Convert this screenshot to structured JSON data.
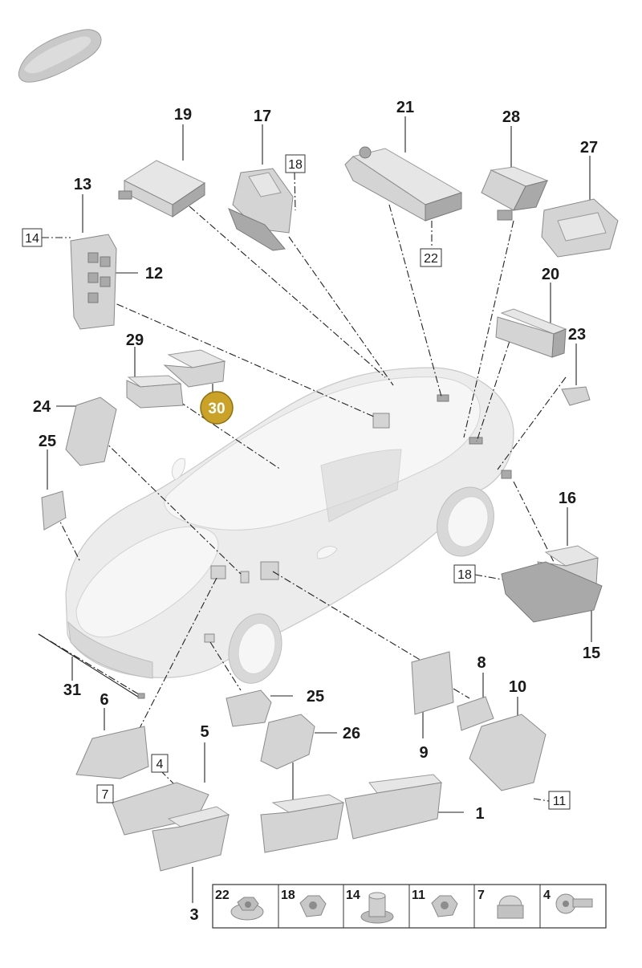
{
  "callouts": {
    "n1": "1",
    "n3": "3",
    "n5": "5",
    "n6": "6",
    "n8": "8",
    "n9": "9",
    "n10": "10",
    "n12": "12",
    "n13": "13",
    "n15": "15",
    "n16": "16",
    "n17": "17",
    "n19": "19",
    "n20": "20",
    "n21": "21",
    "n23": "23",
    "n24": "24",
    "n25a": "25",
    "n25b": "25",
    "n26": "26",
    "n27": "27",
    "n28": "28",
    "n29": "29",
    "n31": "31"
  },
  "boxed_callouts": {
    "b14": "14",
    "b18a": "18",
    "b22": "22",
    "b18b": "18",
    "b4": "4",
    "b7": "7",
    "b11": "11"
  },
  "highlight": {
    "label": "30",
    "color": "#c9a227"
  },
  "fastener_table": {
    "items": [
      {
        "label": "22",
        "icon": "flange-nut-icon"
      },
      {
        "label": "18",
        "icon": "hex-nut-icon"
      },
      {
        "label": "14",
        "icon": "cap-nut-icon"
      },
      {
        "label": "11",
        "icon": "hex-nut-icon"
      },
      {
        "label": "7",
        "icon": "dome-nut-icon"
      },
      {
        "label": "4",
        "icon": "screw-icon"
      }
    ]
  }
}
